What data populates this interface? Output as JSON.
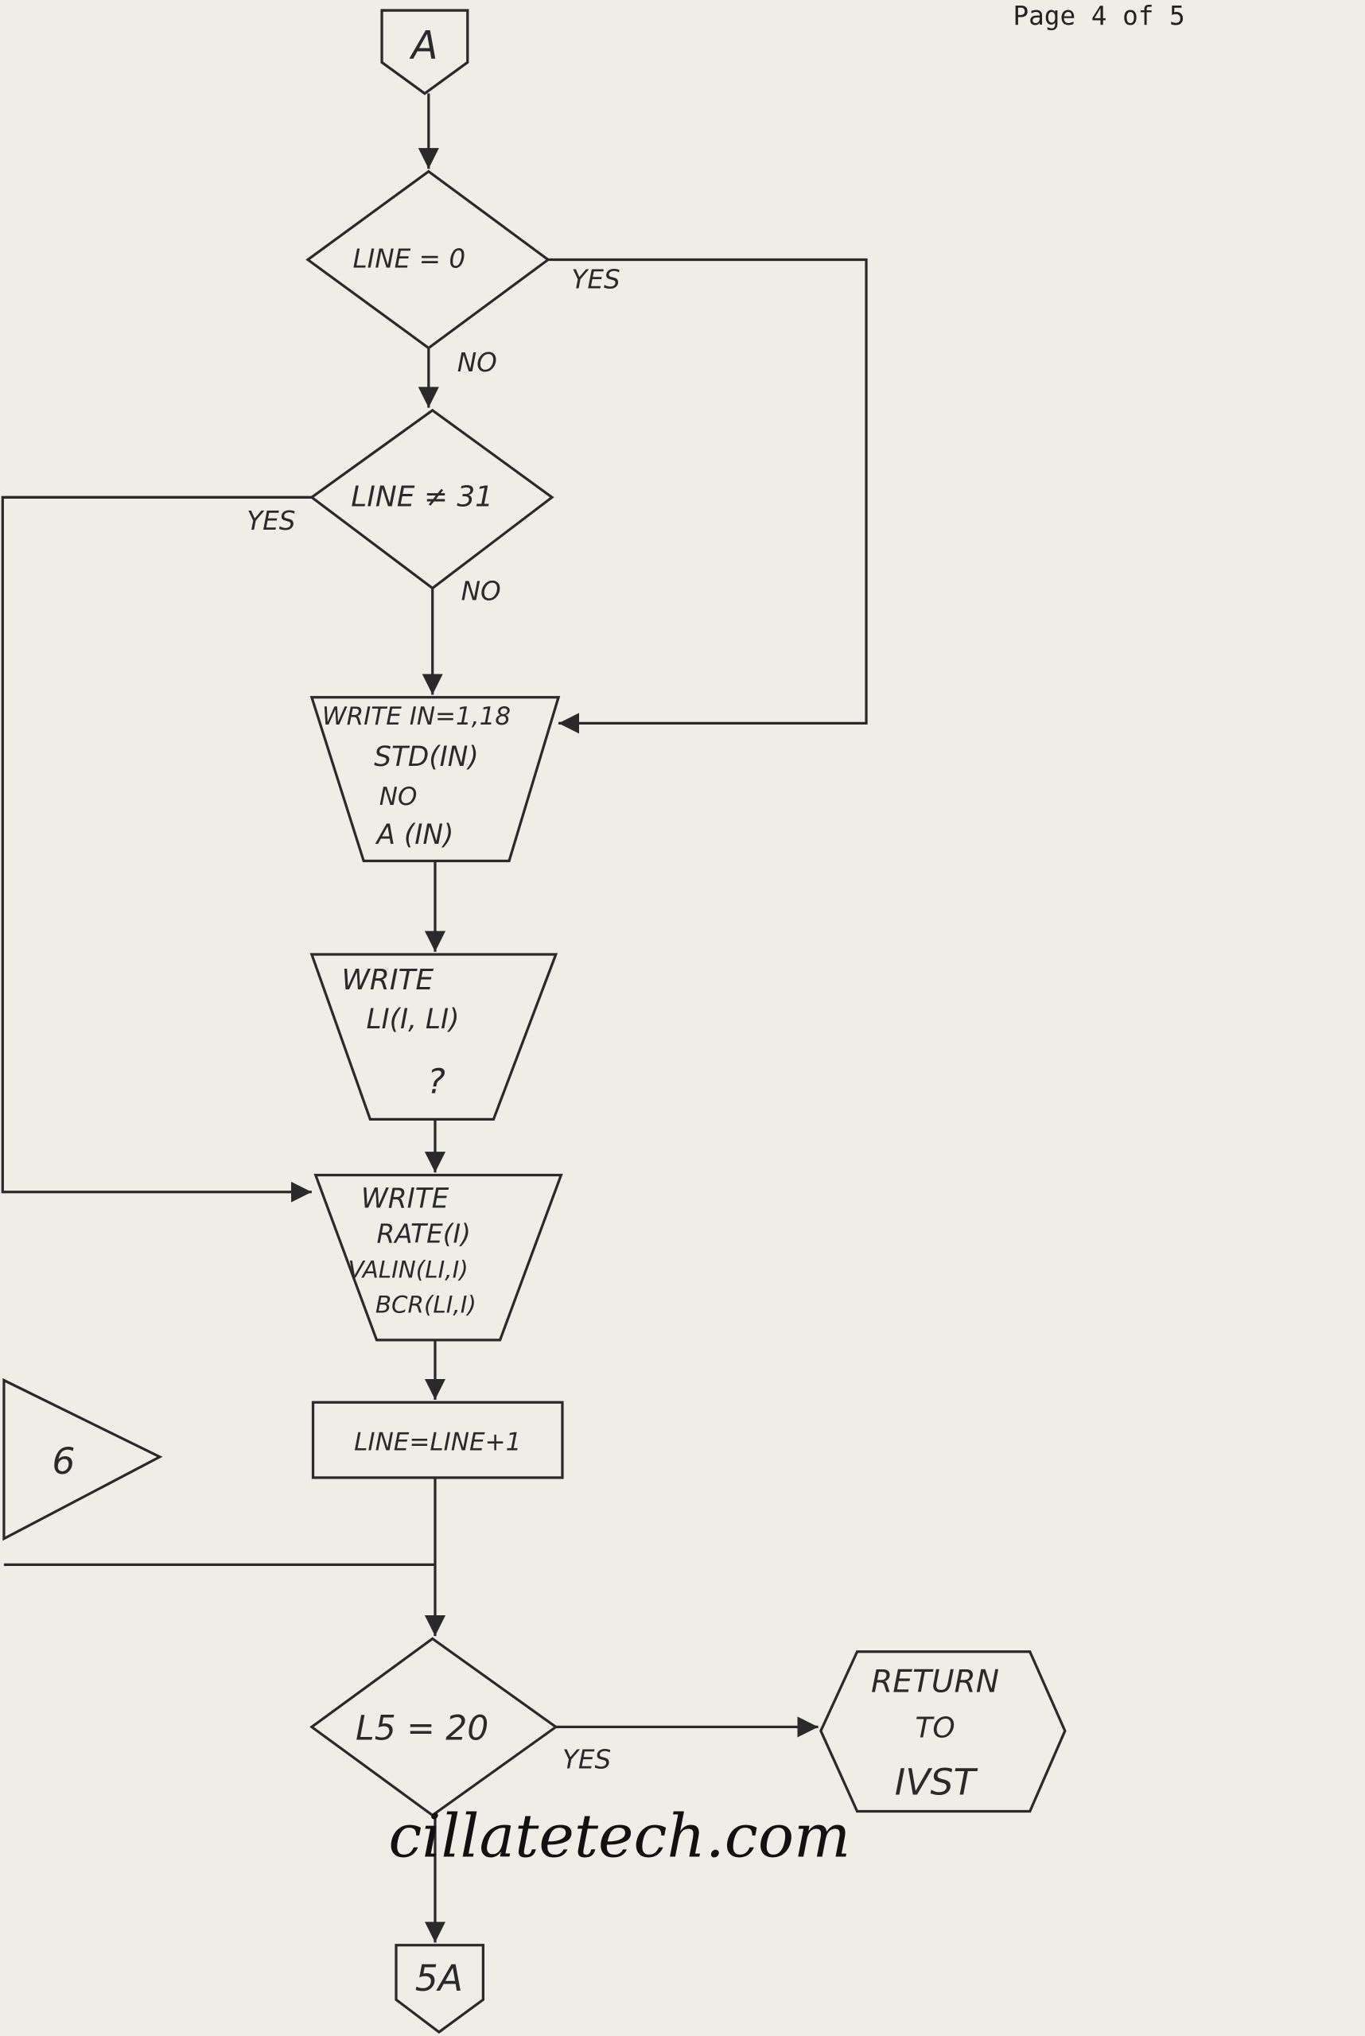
{
  "page_indicator": "Page 4 of 5",
  "watermark": "cillatetech.com",
  "flowchart": {
    "entry_connector": "A",
    "decision_1": {
      "text": "LINE = 0",
      "yes": "YES",
      "no": "NO"
    },
    "decision_2": {
      "text": "LINE ≠ 31",
      "yes": "YES",
      "no": "NO"
    },
    "output_1": {
      "lines": [
        "WRITE IN=1,18",
        "STD(IN)",
        "NO",
        "A (IN)"
      ]
    },
    "output_2": {
      "lines": [
        "WRITE",
        "LI(I, LI)",
        "?"
      ]
    },
    "output_3": {
      "lines": [
        "WRITE",
        "RATE(I)",
        "VALIN(LI,I)",
        "BCR(LI,I)"
      ]
    },
    "process_1": {
      "text": "LINE=LINE+1"
    },
    "offpage_connector": "6",
    "decision_3": {
      "text": "L5 = 20",
      "yes": "YES"
    },
    "terminal": {
      "lines": [
        "RETURN",
        "TO",
        "IVST"
      ]
    },
    "exit_connector": "5A"
  }
}
